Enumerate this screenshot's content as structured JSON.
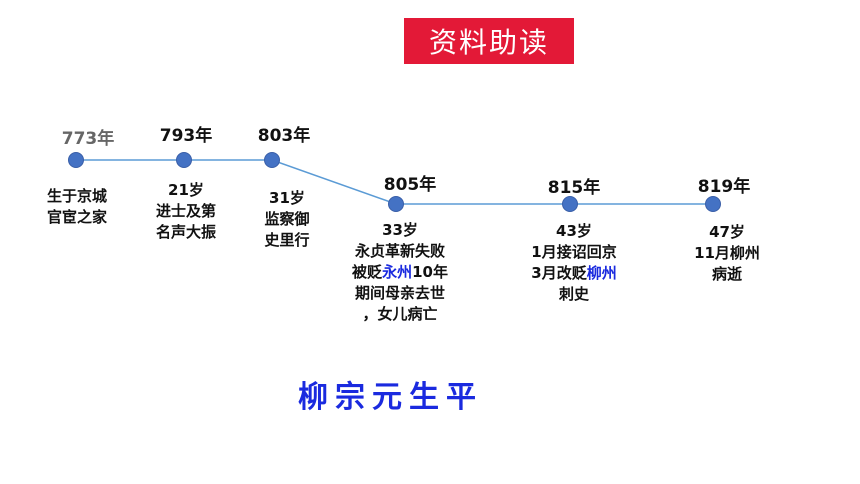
{
  "banner": {
    "text": "资料助读"
  },
  "title": "柳宗元生平",
  "colors": {
    "banner_bg": "#e31937",
    "accent_blue": "#1a2adf",
    "line": "#5b9bd5",
    "dot": "#4472c4"
  },
  "events": [
    {
      "year": "773年",
      "lines": [
        "生于京城",
        "官宦之家"
      ]
    },
    {
      "year": "793年",
      "lines": [
        "21岁",
        "进士及第",
        "名声大振"
      ]
    },
    {
      "year": "803年",
      "lines": [
        "31岁",
        "监察御",
        "史里行"
      ]
    },
    {
      "year": "805年",
      "lines": [
        "33岁",
        "永贞革新失败",
        "被贬永州10年",
        "期间母亲去世",
        "，女儿病亡"
      ]
    },
    {
      "year": "815年",
      "lines": [
        "43岁",
        "1月接诏回京",
        "3月改贬柳州",
        "刺史"
      ]
    },
    {
      "year": "819年",
      "lines": [
        "47岁",
        "11月柳州",
        "病逝"
      ]
    }
  ],
  "highlights": [
    "永州",
    "柳州"
  ]
}
